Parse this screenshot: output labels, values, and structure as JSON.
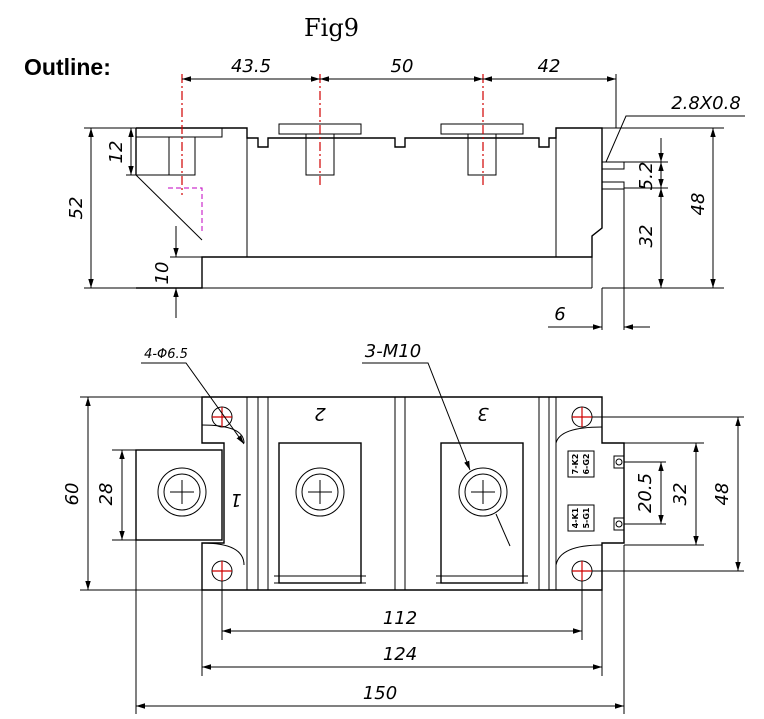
{
  "title": "Fig9",
  "heading": "Outline:",
  "side_view": {
    "dims": {
      "d43_5": "43.5",
      "d50": "50",
      "d42": "42",
      "d12": "12",
      "d52": "52",
      "d10": "10",
      "d5_2": "5.2",
      "d32": "32",
      "d48": "48",
      "d6": "6",
      "pin": "2.8X0.8"
    }
  },
  "top_view": {
    "dims": {
      "holes": "4-Φ6.5",
      "threads": "3-M10",
      "d60": "60",
      "d28": "28",
      "d20_5": "20.5",
      "d32": "32",
      "d48": "48",
      "d112": "112",
      "d124": "124",
      "d150": "150"
    },
    "terminal_labels": {
      "t1": "1",
      "t2": "2",
      "t3": "3"
    },
    "aux_labels": {
      "top_a": "7-K2",
      "top_b": "6-G2",
      "bot_a": "4-K1",
      "bot_b": "5-G1"
    }
  }
}
